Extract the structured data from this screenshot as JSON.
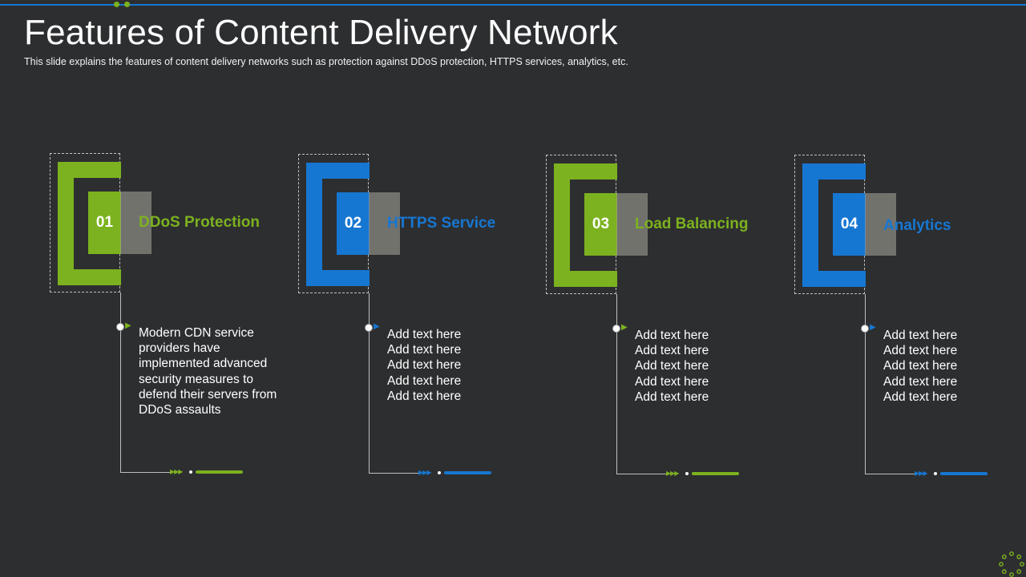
{
  "slide": {
    "title": "Features of Content Delivery Network",
    "subtitle": "This slide explains the features  of content delivery  networks such as protection against DDoS protection, HTTPS  services,  analytics, etc."
  },
  "colors": {
    "green": "#7cb21f",
    "blue": "#1677d2",
    "background": "#2d2e30",
    "line": "#bfbfbf"
  },
  "features": [
    {
      "number": "01",
      "title": "DDoS Protection",
      "accent": "green",
      "description": [
        "Modern CDN service",
        "providers have",
        "implemented advanced",
        "security measures to",
        "defend their servers from",
        "DDoS assaults"
      ]
    },
    {
      "number": "02",
      "title": "HTTPS Service",
      "accent": "blue",
      "description": [
        "Add text here",
        "Add text here",
        "Add text here",
        "Add text here",
        "Add text here"
      ]
    },
    {
      "number": "03",
      "title": "Load Balancing",
      "accent": "green",
      "description": [
        "Add text here",
        "Add text here",
        "Add text here",
        "Add text here",
        "Add text here"
      ]
    },
    {
      "number": "04",
      "title": "Analytics",
      "accent": "blue",
      "description": [
        "Add text here",
        "Add text here",
        "Add text here",
        "Add text here",
        "Add text here"
      ]
    }
  ],
  "icons": {
    "node_arrow": "play-icon",
    "end_arrows": "triple-arrow-icon",
    "logo": "dotted-circle-logo-icon"
  }
}
